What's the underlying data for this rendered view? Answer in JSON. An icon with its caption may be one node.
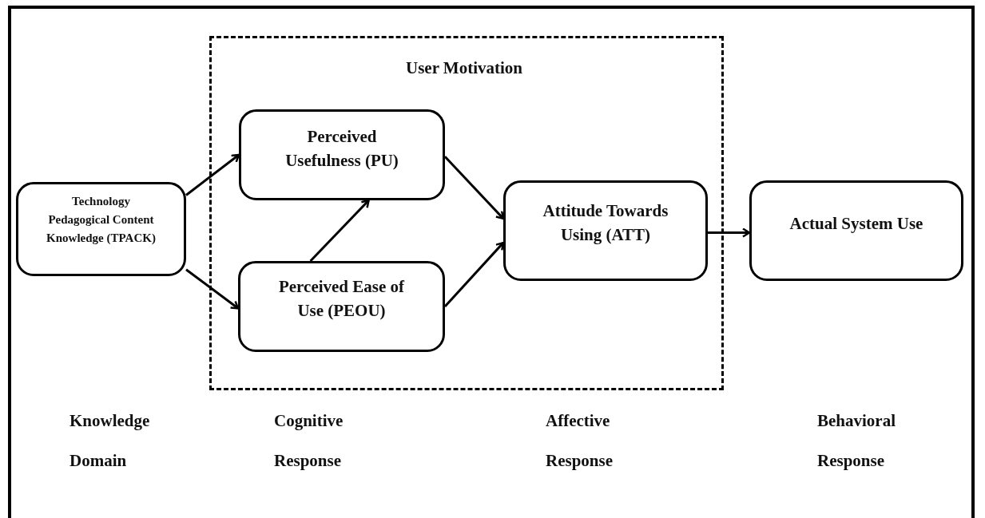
{
  "diagram": {
    "nodes": [
      {
        "text": [
          "Technology Pedagogical Content Knowledge (TPACK)"
        ]
      },
      {
        "text": [
          "User Motivation"
        ]
      },
      {
        "text": [
          "Perceived Usefulness (PU)"
        ],
        "in": 1
      },
      {
        "text": [
          "Perceived Ease of Use (PEOU)"
        ],
        "in": 1
      },
      {
        "text": [
          "Attitude Towards Using (ATT)"
        ],
        "in": 1
      },
      {
        "text": [
          "Actual System Use"
        ]
      }
    ],
    "edges": [
      {
        "from": 0,
        "to": 2,
        "arrow": "to"
      },
      {
        "from": 0,
        "to": 3,
        "arrow": "to"
      },
      {
        "from": 3,
        "to": 2,
        "arrow": "to"
      },
      {
        "from": 2,
        "to": 4,
        "arrow": "to"
      },
      {
        "from": 3,
        "to": 4,
        "arrow": "to"
      },
      {
        "from": 4,
        "to": 5,
        "arrow": "to"
      }
    ],
    "labels": [
      "Knowledge Domain",
      "Cognitive Response",
      "Affective Response",
      "Behavioral Response"
    ]
  }
}
